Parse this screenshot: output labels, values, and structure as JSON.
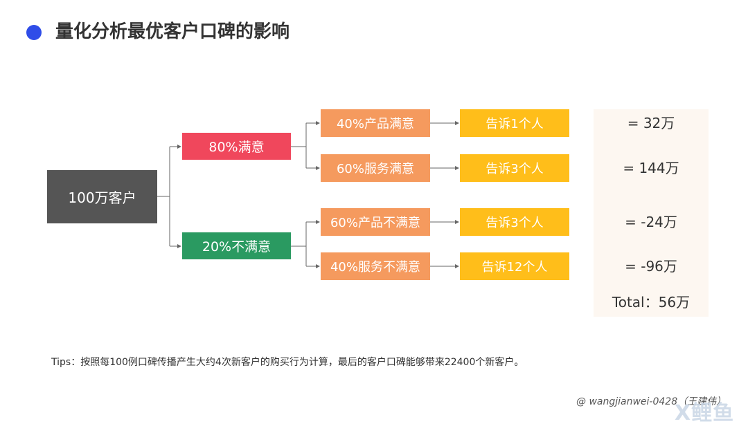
{
  "title": "量化分析最优客户口碑的影响",
  "root": "100万客户",
  "branches": {
    "satisfied": "80%满意",
    "unsatisfied": "20%不满意"
  },
  "leaves": [
    {
      "segment": "40%产品满意",
      "tell": "告诉1个人",
      "result": "= 32万"
    },
    {
      "segment": "60%服务满意",
      "tell": "告诉3个人",
      "result": "= 144万"
    },
    {
      "segment": "60%产品不满意",
      "tell": "告诉3个人",
      "result": "= -24万"
    },
    {
      "segment": "40%服务不满意",
      "tell": "告诉12个人",
      "result": "= -96万"
    }
  ],
  "total": "Total：56万",
  "tips": "Tips：按照每100例口碑传播产生大约4次新客户的购买行为计算，最后的客户口碑能够带来22400个新客户。",
  "watermark": "@ wangjianwei-0428（王建伟）",
  "logo": "X鲤鱼",
  "colors": {
    "title_dot": "#2f4de8",
    "root": "#555555",
    "satisfied": "#f0475c",
    "unsatisfied": "#2a9a61",
    "segment": "#f59a5e",
    "tell": "#ffbe1a"
  }
}
